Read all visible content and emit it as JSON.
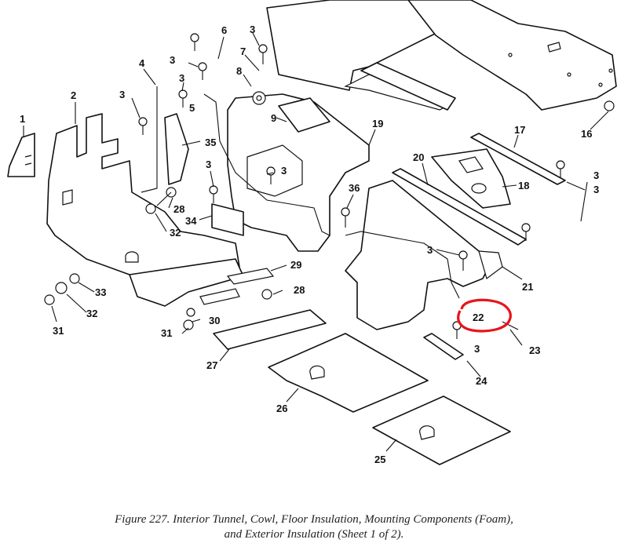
{
  "figure": {
    "caption_line1": "Figure 227.  Interior Tunnel, Cowl, Floor Insulation, Mounting Components (Foam),",
    "caption_line2": "and Exterior Insulation (Sheet 1 of 2)."
  },
  "callouts": [
    "1",
    "2",
    "3",
    "3",
    "3",
    "3",
    "3",
    "3",
    "3",
    "3",
    "4",
    "5",
    "6",
    "7",
    "8",
    "9",
    "16",
    "17",
    "18",
    "19",
    "20",
    "21",
    "22",
    "3",
    "23",
    "24",
    "25",
    "26",
    "27",
    "28",
    "28",
    "29",
    "30",
    "31",
    "31",
    "32",
    "32",
    "33",
    "34",
    "35",
    "36",
    "3"
  ],
  "highlight": {
    "color": "#e8141b"
  }
}
